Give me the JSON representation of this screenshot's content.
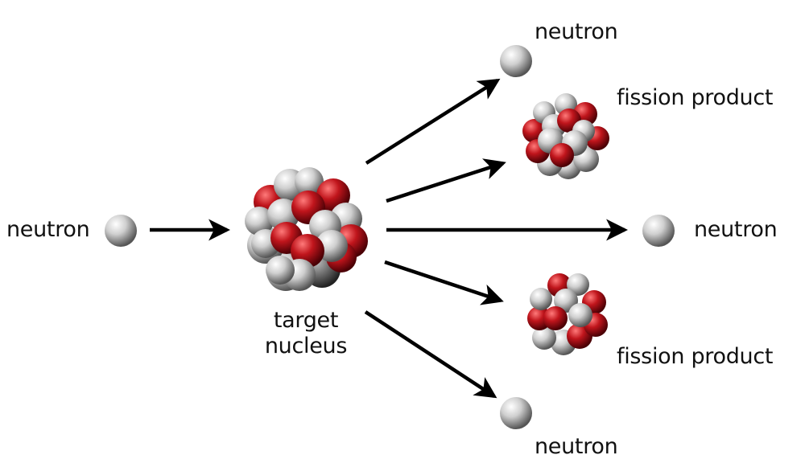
{
  "labels": {
    "incoming_neutron": "neutron",
    "top_neutron": "neutron",
    "fission_product_top": "fission product",
    "right_neutron": "neutron",
    "fission_product_bottom": "fission product",
    "bottom_neutron": "neutron",
    "target_line1": "target",
    "target_line2": "nucleus"
  },
  "colors": {
    "proton": "#c0151c",
    "neutron": "#cfcfcf",
    "arrow": "#000000",
    "text": "#111111"
  }
}
